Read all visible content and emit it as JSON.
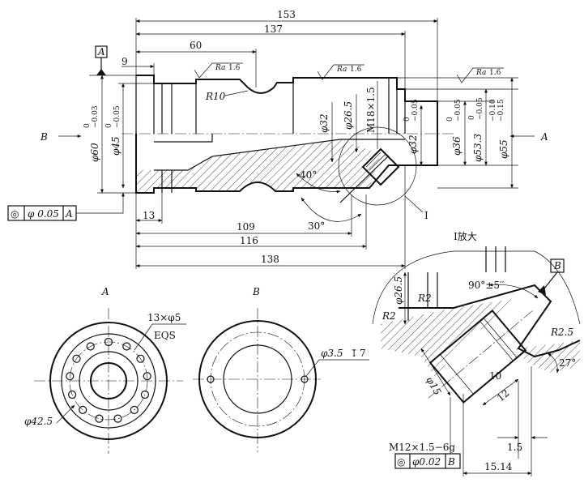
{
  "dimensions": {
    "overall_153": "153",
    "len_137": "137",
    "len_60": "60",
    "len_9": "9",
    "len_13": "13",
    "len_109": "109",
    "len_116": "116",
    "len_138": "138",
    "radius_r10": "R10",
    "dia_60": "φ60",
    "dia_45": "φ45",
    "dia_32": "φ32",
    "dia_26_5": "φ26.5",
    "thread_m18": "M18×1.5",
    "dia_32_small": "φ32",
    "dia_36": "φ36",
    "dia_53_3": "φ53.3",
    "dia_55": "φ55",
    "angle_40": "40°",
    "angle_30": "30°"
  },
  "tolerances": {
    "dia_60_up": "0",
    "dia_60_low": "−0.03",
    "dia_45_up": "0",
    "dia_45_low": "−0.05",
    "dia_32_up": "0",
    "dia_32_low": "−0.05",
    "dia_36_up": "0",
    "dia_36_low": "−0.05",
    "dia_53_3_up": "0",
    "dia_53_3_low": "−0.05",
    "dia_55_up": "−0.10",
    "dia_55_low": "−0.15"
  },
  "surface": {
    "ra_label": "Ra",
    "ra_value": "1.6"
  },
  "datums": {
    "a": "A",
    "b": "B"
  },
  "views": {
    "arrow_b": "B",
    "arrow_a": "A",
    "detail_marker": "I",
    "detail_title": "I放大",
    "view_a_title": "A",
    "view_b_title": "B"
  },
  "view_a": {
    "holes": "13×φ5",
    "eqs": "EQS",
    "pcd": "φ42.5"
  },
  "view_b": {
    "hole": "φ3.5",
    "depth_symbol": "↧",
    "depth": "7"
  },
  "detail": {
    "dia_26_5": "φ26.5",
    "r2_a": "R2",
    "r2_b": "R2",
    "angle_90": "90°±5′′",
    "r2_5": "R2.5",
    "angle_27": "27°",
    "dia_15": "φ15",
    "len_10": "10",
    "len_12": "12",
    "len_1_5": "1.5",
    "len_15_14": "15.14",
    "thread": "M12×1.5−6g"
  },
  "gdt": {
    "coax_symbol": "◎",
    "main_tol": "φ 0.05",
    "main_datum": "A",
    "detail_tol": "φ0.02",
    "detail_datum": "B"
  }
}
